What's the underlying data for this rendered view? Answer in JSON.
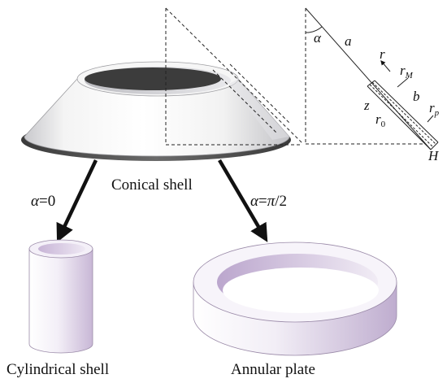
{
  "labels": {
    "conical": "Conical shell",
    "cylindrical": "Cylindrical shell",
    "annular": "Annular plate"
  },
  "arrows": {
    "left_lhs": "α",
    "left_rhs": "=0",
    "right_lhs": "α",
    "right_mid": "=",
    "right_pi": "π",
    "right_den": "/2"
  },
  "symbols": {
    "alpha": "α",
    "a": "a",
    "r": "r",
    "r_main": "r",
    "r_sub_M": "M",
    "b": "b",
    "r_p_main": "r",
    "r_p_sub": "p",
    "z": "z",
    "r0_main": "r",
    "r0_sub": "0",
    "H": "H"
  },
  "colors": {
    "ink": "#111111",
    "shell_light": "#ffffff",
    "shell_shade": "#c4c4c8",
    "hole_dark": "#3a3a3a",
    "lilac": "#cbb8d8"
  }
}
